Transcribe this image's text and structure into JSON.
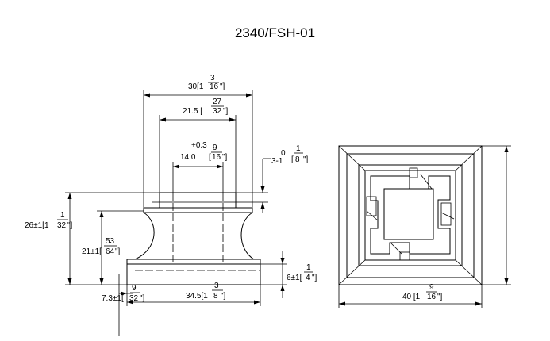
{
  "title": "2340/FSH-01",
  "front_view": {
    "overall_width": {
      "whole": "30[1",
      "num": "3",
      "den": "16",
      "close": "\"]"
    },
    "neck_width": {
      "whole": "21.5  [",
      "num": "27",
      "den": "32",
      "close": "\"]"
    },
    "bore": {
      "tol_plus": "+0.3",
      "value": "14  0",
      "num": "9",
      "den": "16",
      "close": "\"]",
      "open": "["
    },
    "top_step": {
      "tol": "0",
      "tol_minus": "3-1",
      "num": "1",
      "den": "8",
      "close": "\"]",
      "open": "["
    },
    "overall_height": {
      "whole": "26±1[1",
      "num": "1",
      "den": "32",
      "close": "\"]"
    },
    "body_height": {
      "whole": "21±1[",
      "num": "53",
      "den": "64",
      "close": "\"]"
    },
    "base_height": {
      "whole": "6±1[",
      "num": "1",
      "den": "4",
      "close": "\"]"
    },
    "base_offset": {
      "whole": "7.3±1[",
      "num": "9",
      "den": "32",
      "close": "\"]"
    },
    "base_width": {
      "whole": "34.5[1",
      "num": "3",
      "den": "8",
      "close": "\"]"
    }
  },
  "side_view": {
    "width": {
      "whole": "40 [1",
      "num": "9",
      "den": "16",
      "close": "\"]"
    }
  }
}
